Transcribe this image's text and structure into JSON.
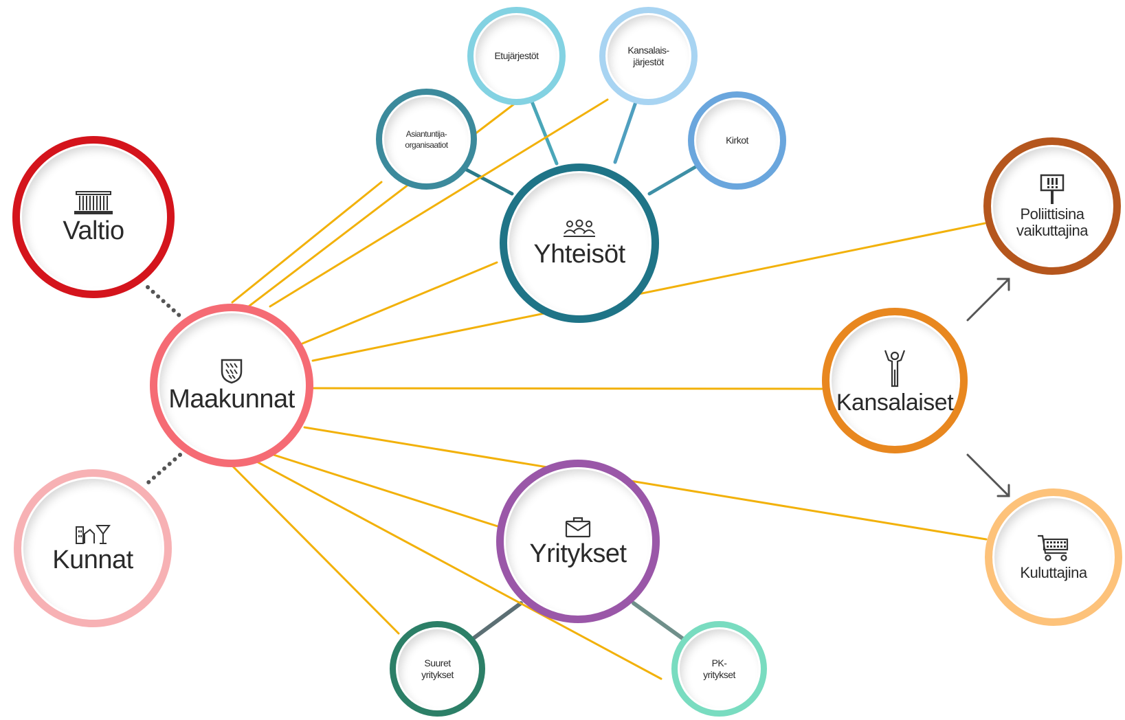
{
  "nodes": {
    "valtio": {
      "label": "Valtio",
      "icon": "parliament-building-icon",
      "color": "#d4141c"
    },
    "kunnat": {
      "label": "Kunnat",
      "icon": "town-buildings-icon",
      "color": "#f7b1b4"
    },
    "maakunnat": {
      "label": "Maakunnat",
      "icon": "coat-of-arms-shield-icon",
      "color": "#f56b74"
    },
    "yhteisot": {
      "label": "Yhteisöt",
      "icon": "people-group-icon",
      "color": "#1f7487"
    },
    "yritykset": {
      "label": "Yritykset",
      "icon": "briefcase-icon",
      "color": "#9a57a8"
    },
    "kansalaiset": {
      "label": "Kansalaiset",
      "icon": "person-arms-raised-icon",
      "color": "#e8871f"
    },
    "poliittisina": {
      "label": "Poliittisina\nvaikuttajina",
      "icon": "protest-sign-icon",
      "color": "#b5561d"
    },
    "kuluttajina": {
      "label": "Kuluttajina",
      "icon": "shopping-cart-icon",
      "color": "#fdc27a"
    },
    "asiantuntija": {
      "label": "Asiantuntija-\norganisaatiot",
      "color": "#3c8a9c"
    },
    "etujarjestot": {
      "label": "Etujärjestöt",
      "color": "#83d2e2"
    },
    "kansalaisjarjestot": {
      "label": "Kansalais-\njärjestöt",
      "color": "#a8d4f2"
    },
    "kirkot": {
      "label": "Kirkot",
      "color": "#6aa6dd"
    },
    "suuret": {
      "label": "Suuret\nyritykset",
      "color": "#2c7f67"
    },
    "pk": {
      "label": "PK-\nyritykset",
      "color": "#79dcc0"
    }
  },
  "connections": {
    "relation_line_color": "#f2b10a",
    "dotted_link_color": "#555555",
    "arrow_color": "#555555"
  }
}
